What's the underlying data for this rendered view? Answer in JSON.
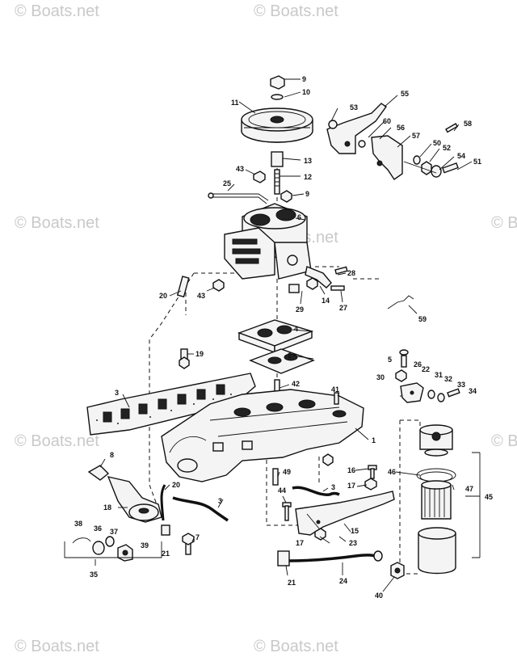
{
  "watermark": "© Boats.net",
  "callouts": [
    "9",
    "10",
    "11",
    "13",
    "12",
    "43",
    "25",
    "9",
    "6",
    "53",
    "55",
    "60",
    "56",
    "57",
    "58",
    "50",
    "52",
    "54",
    "51",
    "28",
    "20",
    "43",
    "29",
    "14",
    "27",
    "59",
    "4",
    "19",
    "2",
    "5",
    "26",
    "22",
    "31",
    "32",
    "33",
    "34",
    "30",
    "42",
    "41",
    "3",
    "1",
    "8",
    "49",
    "16",
    "46",
    "47",
    "45",
    "20",
    "3",
    "18",
    "44",
    "17",
    "3",
    "7",
    "38",
    "36",
    "37",
    "39",
    "21",
    "17",
    "15",
    "23",
    "35",
    "21",
    "24",
    "40"
  ]
}
